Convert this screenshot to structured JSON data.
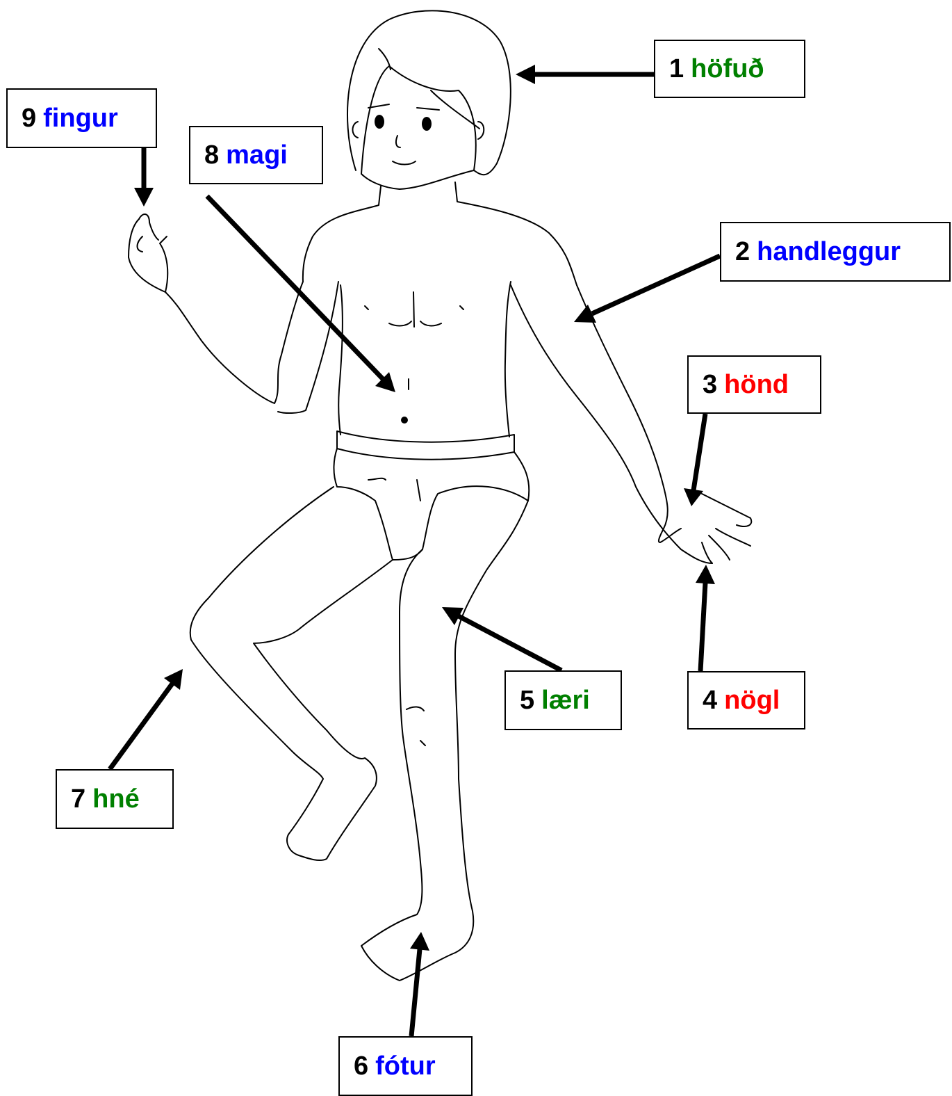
{
  "labels": [
    {
      "num": "1",
      "word": "höfuð",
      "color": "#008000"
    },
    {
      "num": "2",
      "word": "handleggur",
      "color": "#0000ff"
    },
    {
      "num": "3",
      "word": "hönd",
      "color": "#ff0000"
    },
    {
      "num": "4",
      "word": "nögl",
      "color": "#ff0000"
    },
    {
      "num": "5",
      "word": "læri",
      "color": "#008000"
    },
    {
      "num": "6",
      "word": "fótur",
      "color": "#0000ff"
    },
    {
      "num": "7",
      "word": "hné",
      "color": "#008000"
    },
    {
      "num": "8",
      "word": "magi",
      "color": "#0000ff"
    },
    {
      "num": "9",
      "word": "fingur",
      "color": "#0000ff"
    }
  ]
}
